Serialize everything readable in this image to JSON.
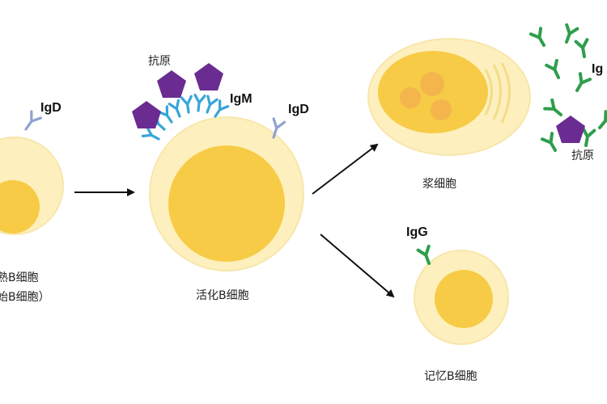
{
  "labels": {
    "naive_igd": "IgD",
    "naive_cell_line1": "熟B细胞",
    "naive_cell_line2": "始B细胞）",
    "antigen_top": "抗原",
    "igm": "IgM",
    "activated_igd": "IgD",
    "activated_cell": "活化B细胞",
    "plasma_cell": "浆细胞",
    "plasma_ig": "Ig",
    "antigen_right": "抗原",
    "igg": "IgG",
    "memory_cell": "记忆B细胞"
  },
  "colors": {
    "cell_outer": "#FDF0BE",
    "cell_outer_edge": "#F7E19A",
    "nucleus": "#F7CB45",
    "nucleolus": "#F3B54C",
    "antigen": "#6A2C91",
    "igd_receptor": "#8FA2CF",
    "igm_receptor": "#35A6D8",
    "igg_antibody": "#2E9E4C",
    "arrow": "#111111"
  },
  "icons": [
    "antigen-pentagon-icon",
    "igd-receptor-icon",
    "igm-receptor-icon",
    "igg-antibody-icon",
    "arrow-icon"
  ]
}
